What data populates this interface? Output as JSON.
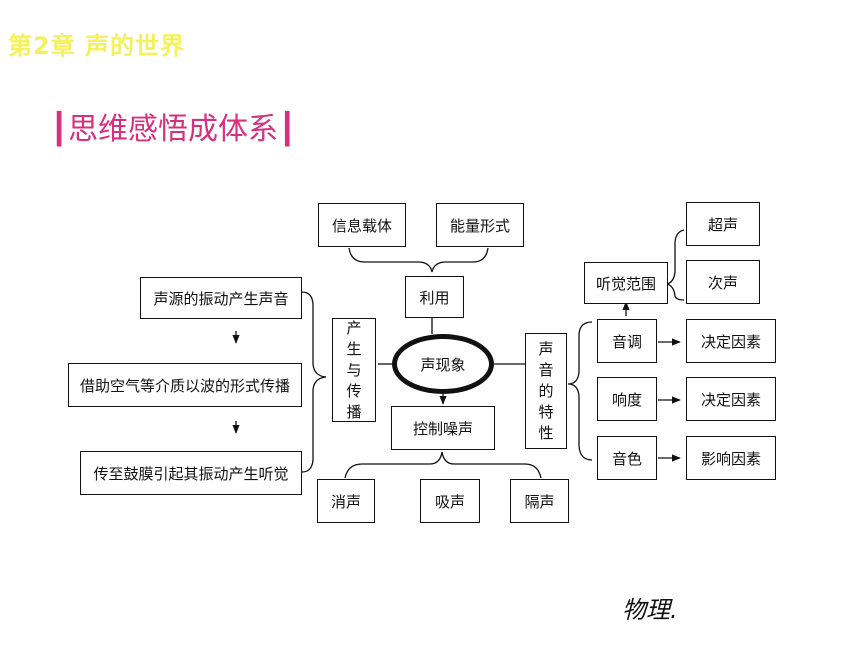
{
  "header": {
    "chapter": "第2章  声的世界",
    "title": "思维感悟成体系"
  },
  "diagram": {
    "center": "声现象",
    "top": {
      "label": "利用",
      "children": [
        "信息载体",
        "能量形式"
      ]
    },
    "left": {
      "label": "产生与传播",
      "steps": [
        "声源的振动产生声音",
        "借助空气等介质以波的形式传播",
        "传至鼓膜引起其振动产生听觉"
      ]
    },
    "bottom": {
      "label": "控制噪声",
      "children": [
        "消声",
        "吸声",
        "隔声"
      ]
    },
    "right": {
      "label": "声音的特性",
      "hearing_range": {
        "label": "听觉范围",
        "children": [
          "超声",
          "次声"
        ]
      },
      "properties": [
        {
          "name": "音调",
          "result": "决定因素"
        },
        {
          "name": "响度",
          "result": "决定因素"
        },
        {
          "name": "音色",
          "result": "影响因素"
        }
      ]
    }
  },
  "footer": {
    "text": "物理."
  }
}
